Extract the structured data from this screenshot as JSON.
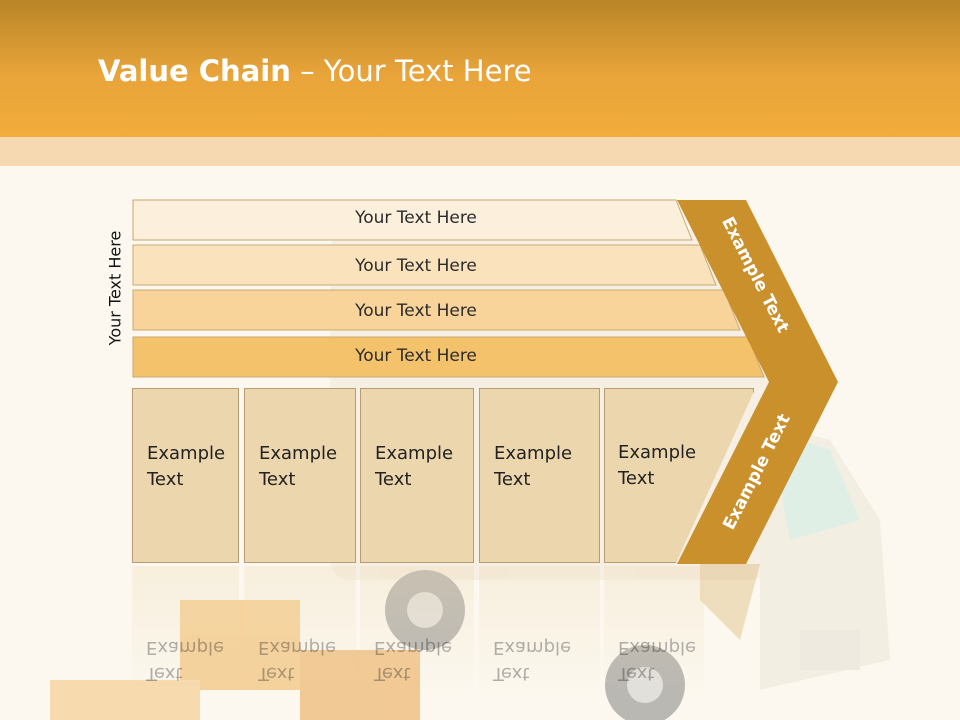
{
  "header": {
    "title_bold": "Value Chain",
    "title_rest": " – Your Text Here"
  },
  "side_label": "Your Text Here",
  "rows": [
    {
      "label": "Your Text Here"
    },
    {
      "label": "Your Text Here"
    },
    {
      "label": "Your Text Here"
    },
    {
      "label": "Your Text Here"
    }
  ],
  "boxes": [
    {
      "line1": "Example",
      "line2": "Text"
    },
    {
      "line1": "Example",
      "line2": "Text"
    },
    {
      "line1": "Example",
      "line2": "Text"
    },
    {
      "line1": "Example",
      "line2": "Text"
    },
    {
      "line1": "Example",
      "line2": "Text"
    }
  ],
  "chevron": {
    "upper_text": "Example Text",
    "lower_text": "Example Text"
  },
  "colors": {
    "header_orange": "#f1ac3b",
    "chevron_gold": "#c9902b",
    "box_fill": "#ecd6ad"
  }
}
